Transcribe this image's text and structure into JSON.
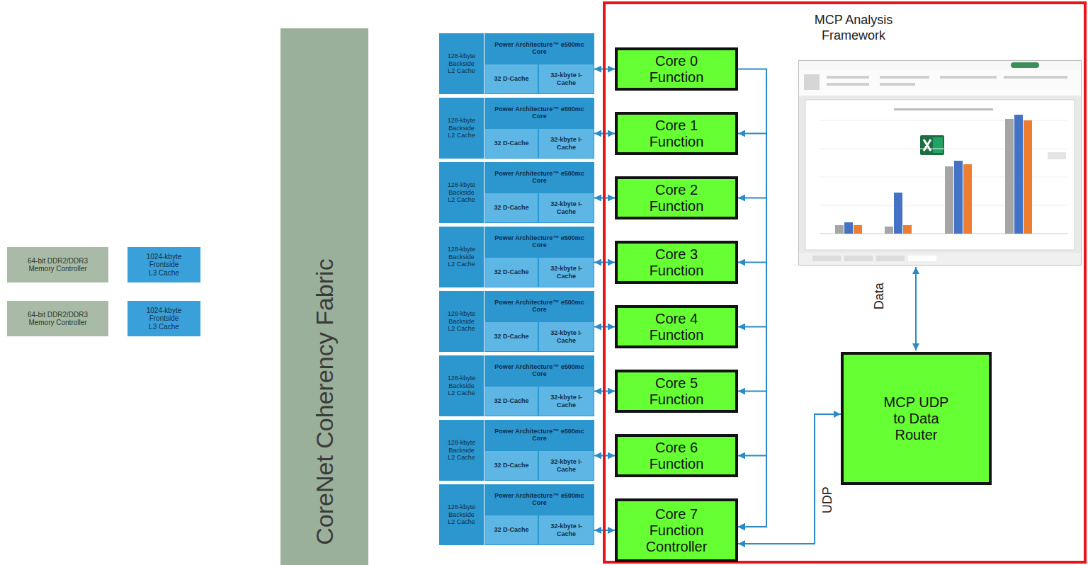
{
  "diagram": {
    "nodes": [
      {
        "text": [
          "64-bit DDR2/DDR3 Memory Controller"
        ]
      },
      {
        "text": [
          "1024-kbyte Frontside L3 Cache"
        ]
      },
      {
        "text": [
          "64-bit DDR2/DDR3 Memory Controller"
        ]
      },
      {
        "text": [
          "1024-kbyte Frontside L3 Cache"
        ]
      },
      {
        "text": [
          "CoreNet Coherency Fabric"
        ]
      },
      {
        "text": [
          "128-kbyte Backside L2 Cache"
        ]
      },
      {
        "text": [
          "Power Architecture™ e500mc Core"
        ]
      },
      {
        "text": [
          "32 D-Cache"
        ],
        "in": 6
      },
      {
        "text": [
          "32-kbyte I-Cache"
        ],
        "in": 6
      },
      {
        "text": [
          "128-kbyte Backside L2 Cache"
        ]
      },
      {
        "text": [
          "Power Architecture™ e500mc Core"
        ]
      },
      {
        "text": [
          "32 D-Cache"
        ],
        "in": 10
      },
      {
        "text": [
          "32-kbyte I-Cache"
        ],
        "in": 10
      },
      {
        "text": [
          "128-kbyte Backside L2 Cache"
        ]
      },
      {
        "text": [
          "Power Architecture™ e500mc Core"
        ]
      },
      {
        "text": [
          "32 D-Cache"
        ],
        "in": 14
      },
      {
        "text": [
          "32-kbyte I-Cache"
        ],
        "in": 14
      },
      {
        "text": [
          "128-kbyte Backside L2 Cache"
        ]
      },
      {
        "text": [
          "Power Architecture™ e500mc Core"
        ]
      },
      {
        "text": [
          "32 D-Cache"
        ],
        "in": 18
      },
      {
        "text": [
          "32-kbyte I-Cache"
        ],
        "in": 18
      },
      {
        "text": [
          "128-kbyte Backside L2 Cache"
        ]
      },
      {
        "text": [
          "Power Architecture™ e500mc Core"
        ]
      },
      {
        "text": [
          "32 D-Cache"
        ],
        "in": 22
      },
      {
        "text": [
          "32-kbyte I-Cache"
        ],
        "in": 22
      },
      {
        "text": [
          "128-kbyte Backside L2 Cache"
        ]
      },
      {
        "text": [
          "Power Architecture™ e500mc Core"
        ]
      },
      {
        "text": [
          "32 D-Cache"
        ],
        "in": 26
      },
      {
        "text": [
          "32-kbyte I-Cache"
        ],
        "in": 26
      },
      {
        "text": [
          "128-kbyte Backside L2 Cache"
        ]
      },
      {
        "text": [
          "Power Architecture™ e500mc Core"
        ]
      },
      {
        "text": [
          "32 D-Cache"
        ],
        "in": 30
      },
      {
        "text": [
          "32-kbyte I-Cache"
        ],
        "in": 30
      },
      {
        "text": [
          "128-kbyte Backside L2 Cache"
        ]
      },
      {
        "text": [
          "Power Architecture™ e500mc Core"
        ]
      },
      {
        "text": [
          "32 D-Cache"
        ],
        "in": 34
      },
      {
        "text": [
          "32-kbyte I-Cache"
        ],
        "in": 34
      },
      {
        "text": [
          "MCP Analysis Framework"
        ]
      },
      {
        "text": [
          "Core 0 Function"
        ],
        "in": 37
      },
      {
        "text": [
          "Core 1 Function"
        ],
        "in": 37
      },
      {
        "text": [
          "Core 2 Function"
        ],
        "in": 37
      },
      {
        "text": [
          "Core 3 Function"
        ],
        "in": 37
      },
      {
        "text": [
          "Core 4 Function"
        ],
        "in": 37
      },
      {
        "text": [
          "Core 5 Function"
        ],
        "in": 37
      },
      {
        "text": [
          "Core 6 Function"
        ],
        "in": 37
      },
      {
        "text": [
          "Core 7 Function Controller"
        ],
        "in": 37
      },
      {
        "text": [
          "MCP UDP to Data Router"
        ],
        "in": 37
      }
    ],
    "edges": [
      {
        "from": 6,
        "to": 38,
        "arrow": "both"
      },
      {
        "from": 10,
        "to": 39,
        "arrow": "both"
      },
      {
        "from": 14,
        "to": 40,
        "arrow": "both"
      },
      {
        "from": 18,
        "to": 41,
        "arrow": "both"
      },
      {
        "from": 22,
        "to": 42,
        "arrow": "both"
      },
      {
        "from": 26,
        "to": 43,
        "arrow": "both"
      },
      {
        "from": 30,
        "to": 44,
        "arrow": "both"
      },
      {
        "from": 34,
        "to": 45,
        "arrow": "both"
      },
      {
        "from": 38,
        "to": 45,
        "arrow": "to"
      },
      {
        "from": 39,
        "to": 45,
        "arrow": "both"
      },
      {
        "from": 40,
        "to": 45,
        "arrow": "both"
      },
      {
        "from": 41,
        "to": 45,
        "arrow": "both"
      },
      {
        "from": 42,
        "to": 45,
        "arrow": "both"
      },
      {
        "from": 43,
        "to": 45,
        "arrow": "both"
      },
      {
        "from": 44,
        "to": 45,
        "arrow": "both"
      },
      {
        "from": 45,
        "to": 46,
        "arrow": "both",
        "label": "UDP"
      }
    ],
    "labels": [
      "Data"
    ]
  }
}
